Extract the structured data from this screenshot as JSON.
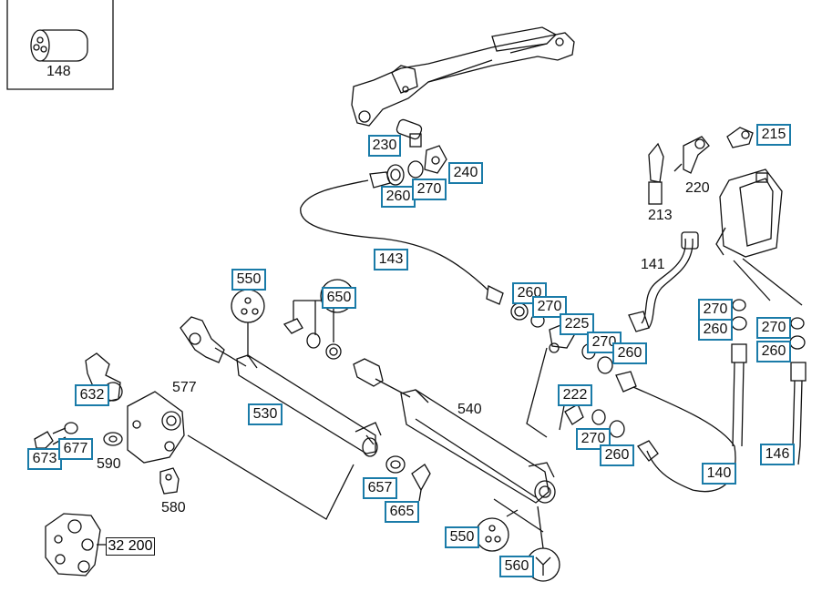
{
  "diagram": {
    "highlight_color": "#1a7ba8",
    "inset_label": "148",
    "boxed": {
      "p230": "230",
      "p240": "240",
      "p260a": "260",
      "p270a": "270",
      "p215": "215",
      "p143": "143",
      "p550a": "550",
      "p650": "650",
      "p260b": "260",
      "p270b": "270",
      "p225": "225",
      "p270c": "270",
      "p260c": "260",
      "p270d": "270",
      "p260d": "260",
      "p270e": "270",
      "p260e": "260",
      "p632": "632",
      "p530": "530",
      "p673": "673",
      "p677": "677",
      "p222": "222",
      "p270f": "270",
      "p260f": "260",
      "p657": "657",
      "p665": "665",
      "p550b": "550",
      "p560": "560",
      "p140": "140",
      "p146": "146"
    },
    "plain": {
      "p220": "220",
      "p213": "213",
      "p141": "141",
      "p577": "577",
      "p540": "540",
      "p590": "590",
      "p580": "580",
      "p32200": "32 200"
    }
  }
}
